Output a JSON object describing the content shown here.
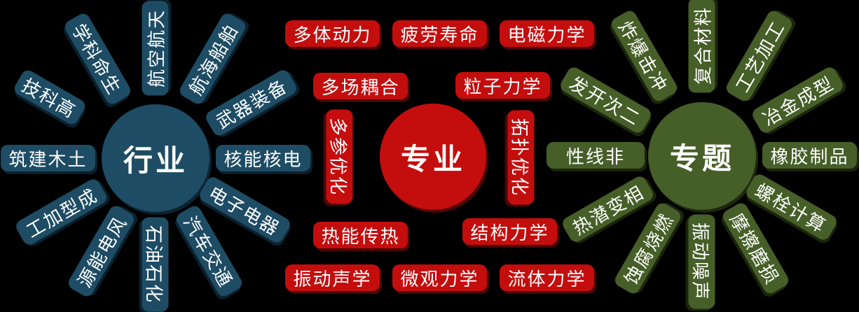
{
  "background_color": "#000000",
  "text_color": "#FFFFFF",
  "hubs": {
    "industry": {
      "center_label": "行业",
      "color": "#1E4C64",
      "spokes": [
        {
          "name": "aerospace",
          "text": "航空航天"
        },
        {
          "name": "marine-ships",
          "text": "航海船舶"
        },
        {
          "name": "weapons-equipment",
          "text": "武器装备"
        },
        {
          "name": "nuclear-power",
          "text": "核能核电"
        },
        {
          "name": "electronics-appliances",
          "text": "电子电器"
        },
        {
          "name": "auto-transport",
          "text": "汽车交通"
        },
        {
          "name": "petroleum-petrochemical",
          "text": "石油石化"
        },
        {
          "name": "wind-power-energy",
          "text": "源能电风"
        },
        {
          "name": "forming-processing",
          "text": "工加型成"
        },
        {
          "name": "civil-construction",
          "text": "筑建木土"
        },
        {
          "name": "high-tech",
          "text": "技科高"
        },
        {
          "name": "life-science",
          "text": "学科命生"
        }
      ]
    },
    "major": {
      "center_label": "专业",
      "color": "#C40D0D",
      "pills": [
        {
          "name": "multibody-dynamics",
          "label": "多体动力"
        },
        {
          "name": "fatigue-life",
          "label": "疲劳寿命"
        },
        {
          "name": "electromagnetic-mechanics",
          "label": "电磁力学"
        },
        {
          "name": "multifield-coupling",
          "label": "多场耦合"
        },
        {
          "name": "particle-mechanics",
          "label": "粒子力学"
        },
        {
          "name": "multiparameter-optimization",
          "label": "多参优化"
        },
        {
          "name": "topology-optimization",
          "label": "拓扑优化"
        },
        {
          "name": "thermal-heat-transfer",
          "label": "热能传热"
        },
        {
          "name": "structural-mechanics",
          "label": "结构力学"
        },
        {
          "name": "vibro-acoustics",
          "label": "振动声学"
        },
        {
          "name": "micro-mechanics",
          "label": "微观力学"
        },
        {
          "name": "fluid-mechanics",
          "label": "流体力学"
        }
      ]
    },
    "topics": {
      "center_label": "专题",
      "color": "#465F28",
      "spokes": [
        {
          "name": "composite-materials",
          "text": "复合材料"
        },
        {
          "name": "process-machining",
          "text": "工艺加工"
        },
        {
          "name": "metallurgical-forming",
          "text": "冶金成型"
        },
        {
          "name": "rubber-products",
          "text": "橡胶制品"
        },
        {
          "name": "bolt-calculation",
          "text": "螺栓计算"
        },
        {
          "name": "friction-wear",
          "text": "摩擦磨损"
        },
        {
          "name": "vibration-noise",
          "text": "振动噪声"
        },
        {
          "name": "combustion-corrosion",
          "text": "蚀腐烧燃"
        },
        {
          "name": "phase-change-latent-heat",
          "text": "热潜变相"
        },
        {
          "name": "nonlinearity",
          "text": "性线非"
        },
        {
          "name": "secondary-development",
          "text": "发开次二"
        },
        {
          "name": "impact-blast",
          "text": "炸爆击冲"
        }
      ]
    }
  }
}
